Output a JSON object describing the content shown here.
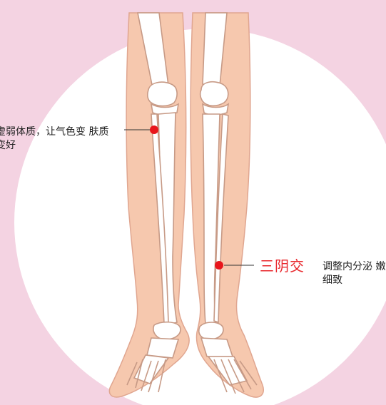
{
  "left_point": {
    "description": "虚弱体质，让气色变 肤质变好"
  },
  "right_point": {
    "name": "三阴交",
    "description": "调整内分泌 嫩细致"
  },
  "colors": {
    "background": "#f4d3e2",
    "circle": "#ffffff",
    "skin": "#f6c8ae",
    "skin_outline": "#e0a690",
    "bone": "#ffffff",
    "bone_outline": "#c79a86",
    "acupoint": "#e8161c",
    "label_accent": "#e8282d"
  },
  "icons": [
    "acupoint-marker-icon"
  ]
}
